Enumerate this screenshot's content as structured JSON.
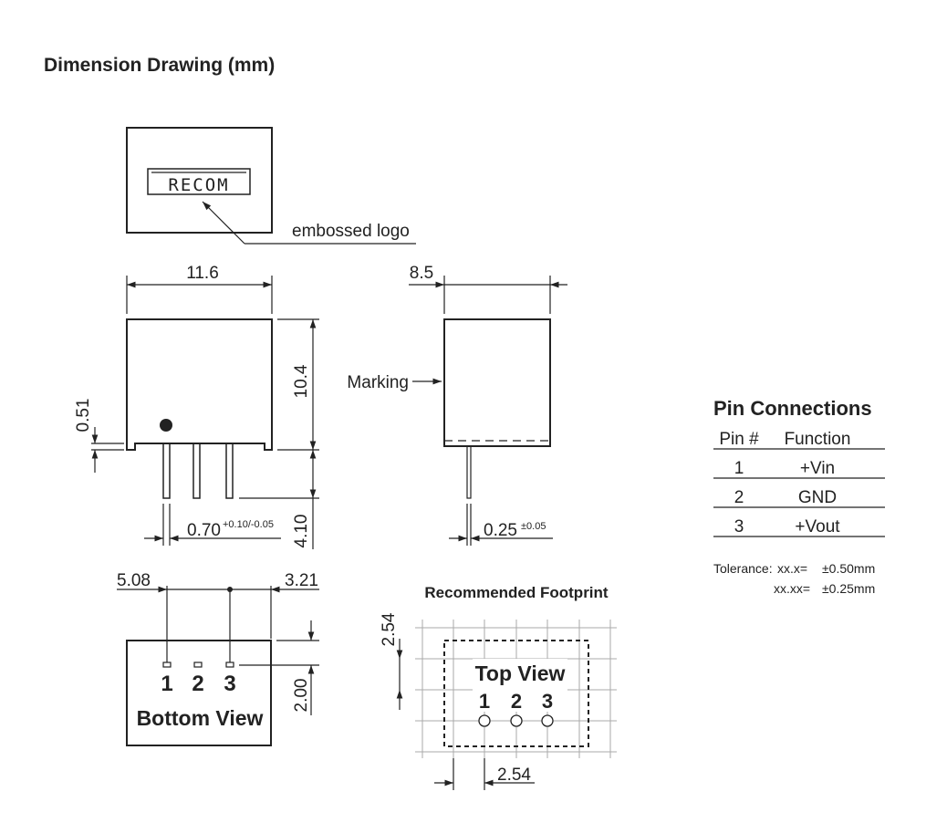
{
  "title": "Dimension Drawing (mm)",
  "logo": {
    "text": "RECOM",
    "callout": "embossed logo"
  },
  "front_view": {
    "width": "11.6",
    "height": "10.4",
    "standoff": "0.51",
    "pin_length": "4.10",
    "pin_width": "0.70",
    "pin_width_tol": "+0.10/-0.05"
  },
  "side_view": {
    "depth": "8.5",
    "marking": "Marking",
    "pin_thickness": "0.25",
    "pin_thickness_tol": "±0.05"
  },
  "bottom_view": {
    "left_offset": "5.08",
    "right_offset": "3.21",
    "row_offset": "2.00",
    "pins": [
      "1",
      "2",
      "3"
    ],
    "label": "Bottom View"
  },
  "footprint": {
    "title": "Recommended Footprint",
    "label": "Top View",
    "pins": [
      "1",
      "2",
      "3"
    ],
    "pitch_v": "2.54",
    "pitch_h": "2.54"
  },
  "pin_table": {
    "title": "Pin Connections",
    "headers": [
      "Pin #",
      "Function"
    ],
    "rows": [
      {
        "pin": "1",
        "function": "+Vin"
      },
      {
        "pin": "2",
        "function": "GND"
      },
      {
        "pin": "3",
        "function": "+Vout"
      }
    ]
  },
  "tolerance": {
    "label": "Tolerance:",
    "line1_fmt": "xx.x=",
    "line1_val": "±0.50mm",
    "line2_fmt": "xx.xx=",
    "line2_val": "±0.25mm"
  },
  "colors": {
    "ink": "#222222",
    "grid": "#aaaaaa",
    "background": "#ffffff"
  }
}
